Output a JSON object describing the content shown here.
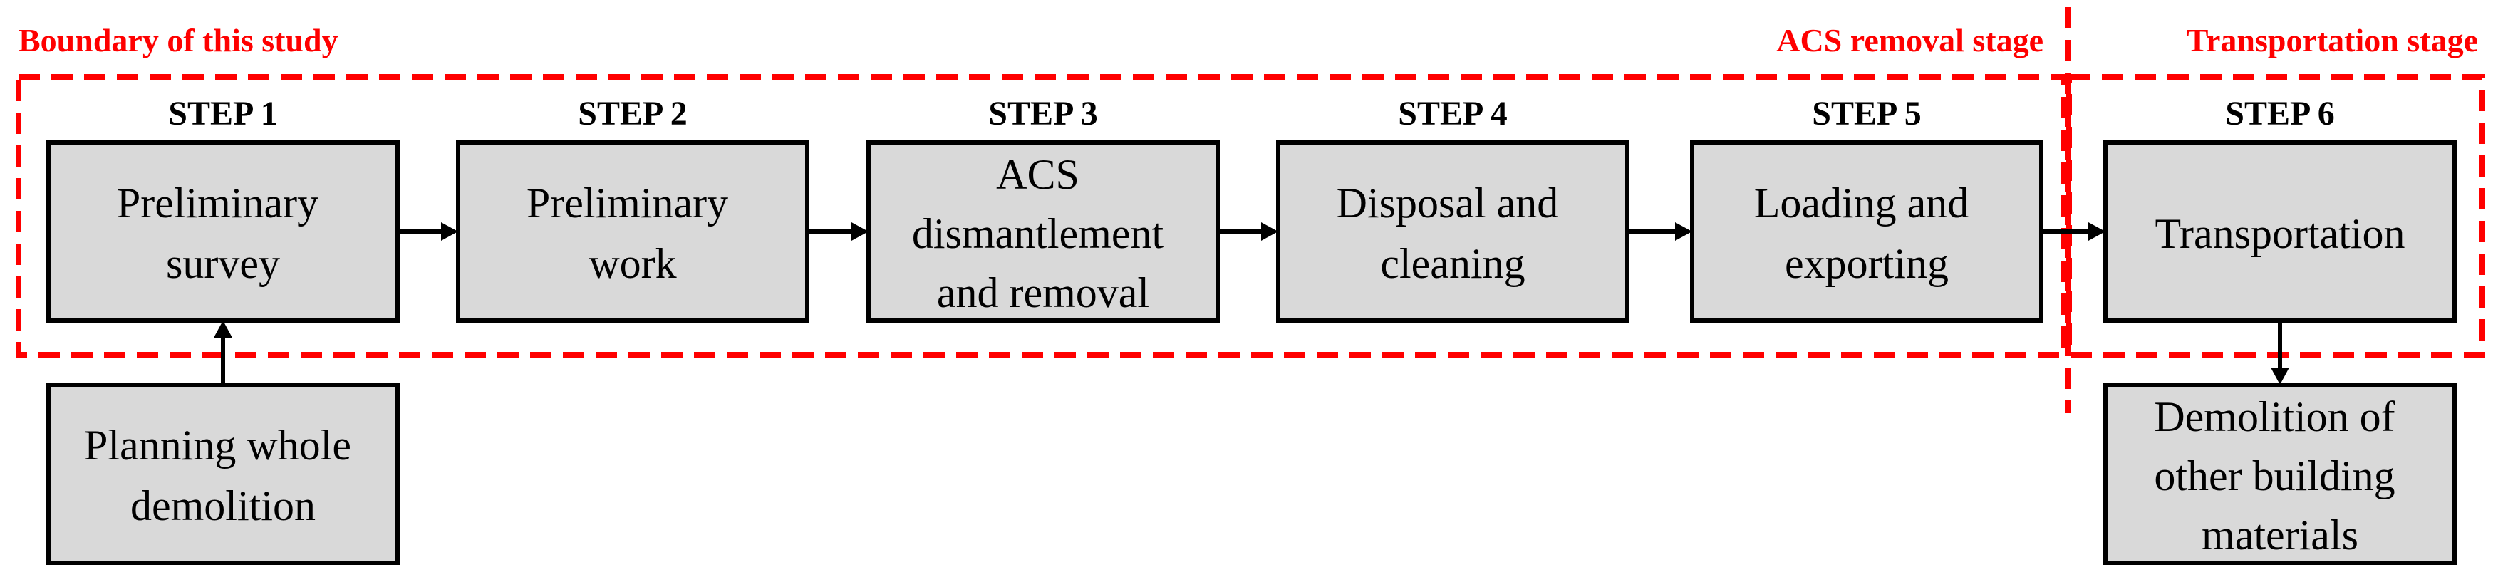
{
  "colors": {
    "boundary": "#ff0000",
    "box_fill": "#d9d9d9",
    "stroke": "#000000"
  },
  "regions": {
    "boundary_label": "Boundary of this study",
    "acs_removal_label": "ACS removal stage",
    "transportation_label": "Transportation stage"
  },
  "steps": [
    {
      "step": "STEP 1",
      "lines": [
        "Preliminary",
        "survey"
      ]
    },
    {
      "step": "STEP 2",
      "lines": [
        "Preliminary",
        "work"
      ]
    },
    {
      "step": "STEP 3",
      "lines": [
        "ACS",
        "dismantlement",
        "and removal"
      ]
    },
    {
      "step": "STEP 4",
      "lines": [
        "Disposal and",
        "cleaning"
      ]
    },
    {
      "step": "STEP 5",
      "lines": [
        "Loading and",
        "exporting"
      ]
    },
    {
      "step": "STEP 6",
      "lines": [
        "Transportation"
      ]
    }
  ],
  "external": {
    "planning": {
      "lines": [
        "Planning whole",
        "demolition"
      ]
    },
    "demolition": {
      "lines": [
        "Demolition of",
        "other building",
        "materials"
      ]
    }
  }
}
